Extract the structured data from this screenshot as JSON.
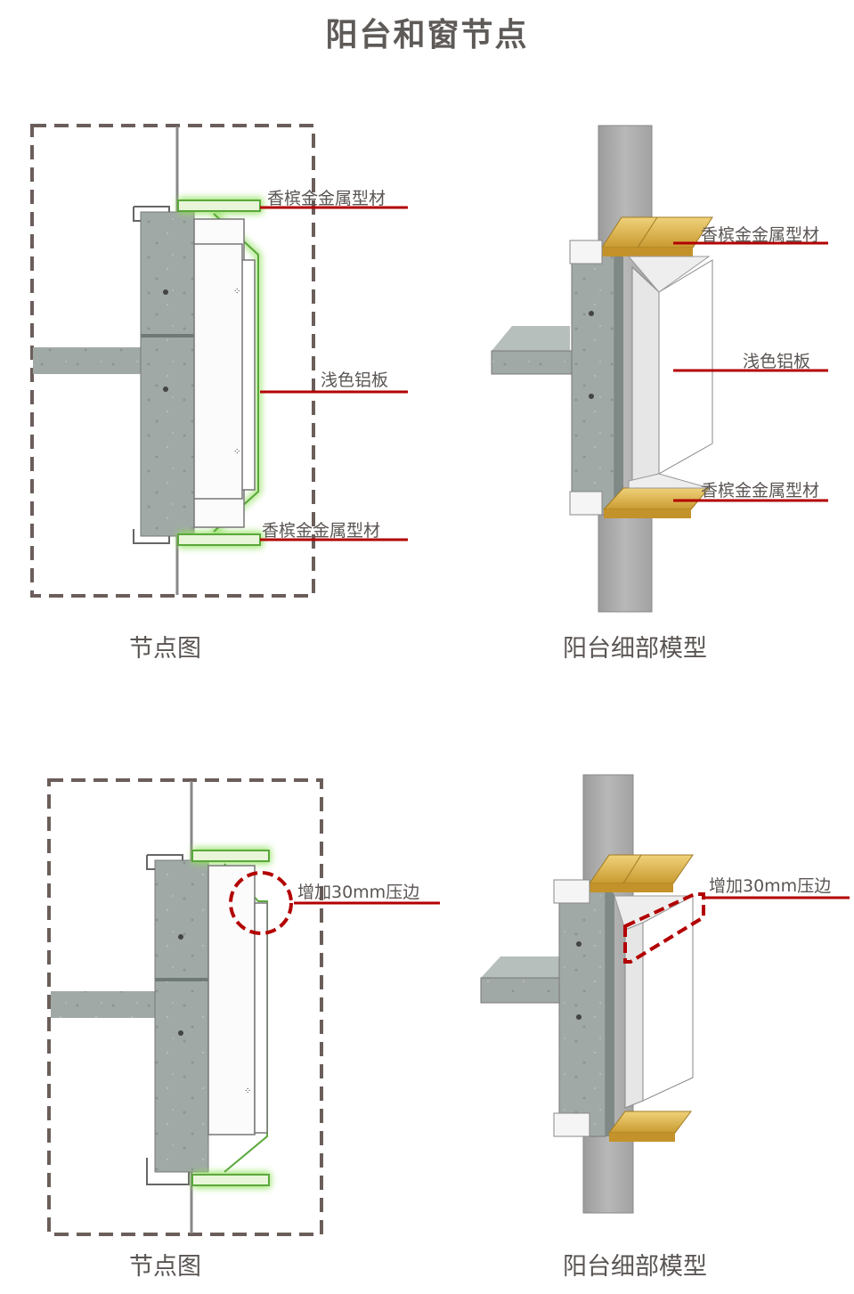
{
  "title": "阳台和窗节点",
  "panels": [
    {
      "caption": "节点图",
      "labels": [
        "香槟金金属型材",
        "浅色铝板",
        "香槟金金属型材"
      ]
    },
    {
      "caption": "阳台细部模型",
      "labels": [
        "香槟金金属型材",
        "浅色铝板",
        "香槟金金属型材"
      ]
    },
    {
      "caption": "节点图",
      "labels": [
        "增加30mm压边"
      ]
    },
    {
      "caption": "阳台细部模型",
      "labels": [
        "增加30mm压边"
      ]
    }
  ],
  "colors": {
    "leader": "#b30000",
    "dash_frame": "#6b5e5a",
    "highlight_circle": "#b30000",
    "concrete": "#9aa3a0",
    "gold": "#d9b24a",
    "glow": "#8fe05a",
    "glass": "#a8a8a8"
  }
}
